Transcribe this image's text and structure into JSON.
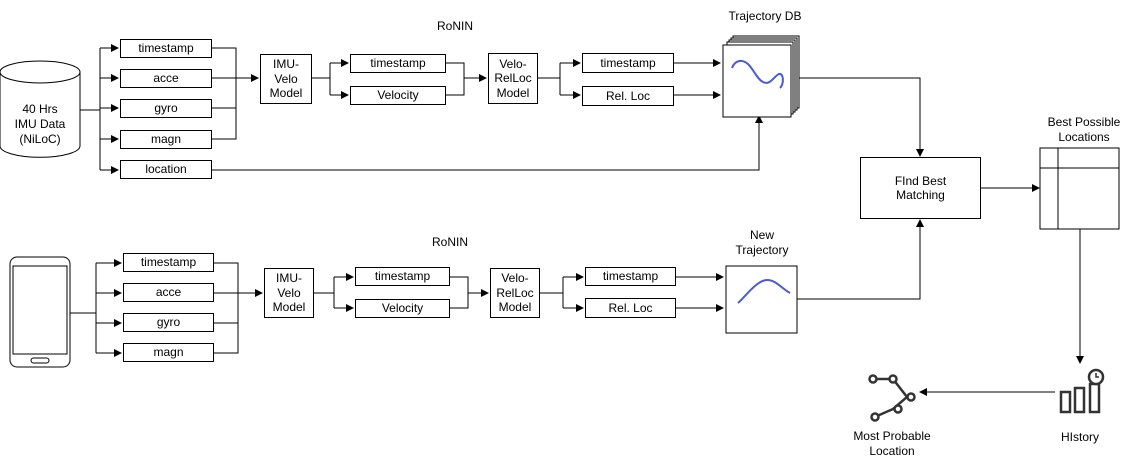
{
  "top": {
    "title": "RoNIN",
    "db_label": "40 Hrs\nIMU Data\n(NiLoC)",
    "inputs": [
      "timestamp",
      "acce",
      "gyro",
      "magn",
      "location"
    ],
    "model1": "IMU-\nVelo\nModel",
    "mid_outputs": [
      "timestamp",
      "Velocity"
    ],
    "model2": "Velo-\nRelLoc\nModel",
    "final_outputs": [
      "timestamp",
      "Rel. Loc"
    ],
    "traj_label": "Trajectory DB"
  },
  "bottom": {
    "title": "RoNIN",
    "inputs": [
      "timestamp",
      "acce",
      "gyro",
      "magn"
    ],
    "model1": "IMU-\nVelo\nModel",
    "mid_outputs": [
      "timestamp",
      "Velocity"
    ],
    "model2": "Velo-\nRelLoc\nModel",
    "final_outputs": [
      "timestamp",
      "Rel. Loc"
    ],
    "traj_label": "New\nTrajectory"
  },
  "matcher": "FInd Best\nMatching",
  "best_label": "Best Possible\nLocations",
  "history_label": "HIstory",
  "probable_label": "Most Probable\nLocation",
  "colors": {
    "line": "#000000",
    "trajectory": "#4a5bd6"
  }
}
